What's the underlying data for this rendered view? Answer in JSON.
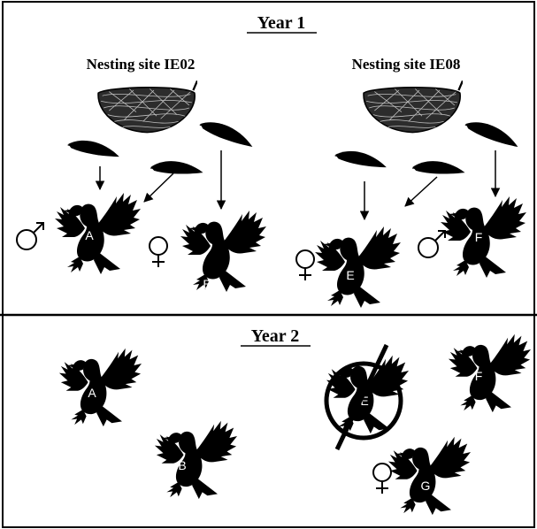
{
  "panels": {
    "year1": {
      "title": "Year 1",
      "sites": [
        {
          "name": "Nesting site IE02",
          "adults": [
            "A",
            "B"
          ]
        },
        {
          "name": "Nesting site IE08",
          "adults": [
            "E",
            "F"
          ]
        }
      ]
    },
    "year2": {
      "title": "Year 2",
      "birds": [
        "A",
        "B",
        "E",
        "F",
        "G"
      ],
      "struck_out": "E"
    }
  },
  "symbols": {
    "male": "♂",
    "female": "♀"
  },
  "icons": [
    "nest-icon",
    "feather-icon",
    "eagle-icon",
    "arrow-icon",
    "male-symbol-icon",
    "female-symbol-icon",
    "prohibition-icon"
  ],
  "colors": {
    "ink": "#000000",
    "background": "#ffffff",
    "letter": "#ffffff"
  }
}
